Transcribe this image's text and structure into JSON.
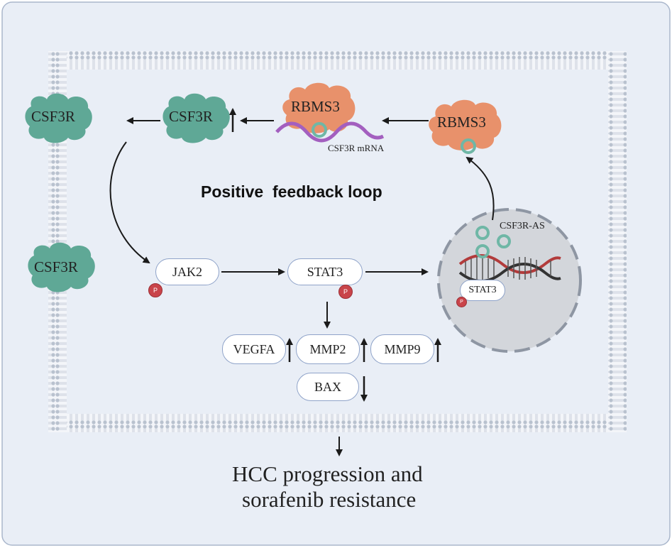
{
  "labels": {
    "csf3r_membrane_top": "CSF3R",
    "csf3r_membrane_mid": "CSF3R",
    "csf3r_cytoplasm": "CSF3R",
    "rbms3_bound": "RBMS3",
    "rbms3_free": "RBMS3",
    "csf3r_mrna": "CSF3R mRNA",
    "feedback_title": "Positive  feedback loop",
    "csf3r_as": "CSF3R-AS",
    "jak2": "JAK2",
    "stat3": "STAT3",
    "stat3_nucleus": "STAT3",
    "vegfa": "VEGFA",
    "mmp2": "MMP2",
    "mmp9": "MMP9",
    "bax": "BAX",
    "phospho": "P",
    "outcome_line1": "HCC progression and",
    "outcome_line2": "sorafenib resistance"
  },
  "colors": {
    "background_panel": "#e9eef6",
    "panel_border": "#aab7cc",
    "membrane": "#c4ccd8",
    "receptor": "#5fa896",
    "rbms3": "#e8916b",
    "mrna": "#a35fbf",
    "nucleus": "#d3d6db",
    "dna_red": "#b23b3b",
    "phospho": "#c9444a"
  }
}
